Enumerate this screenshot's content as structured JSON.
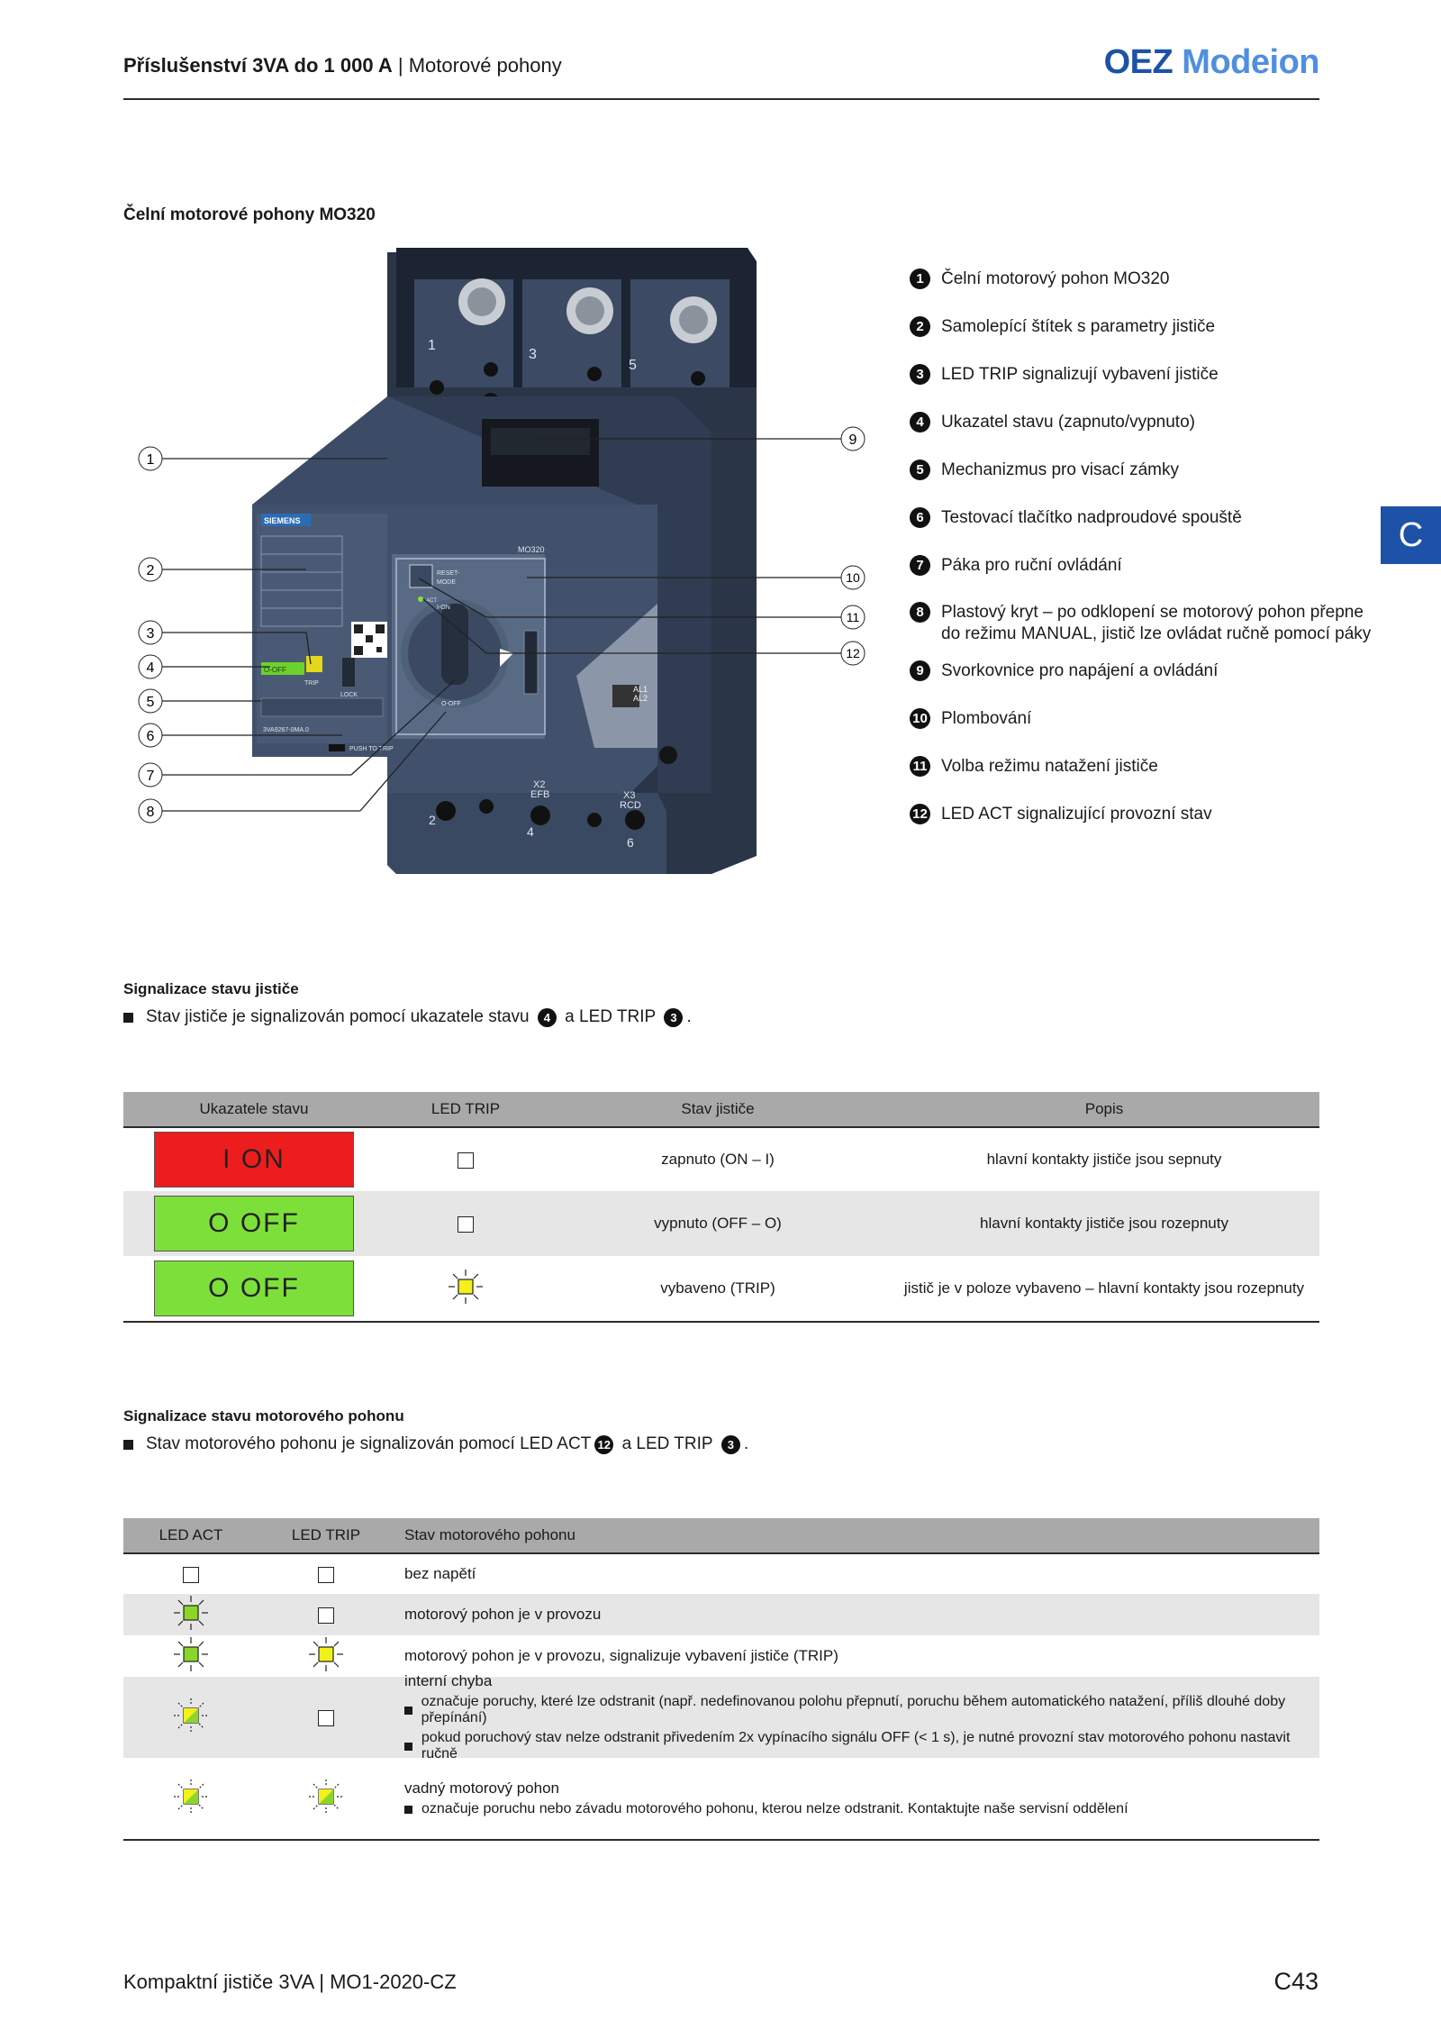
{
  "header": {
    "title_bold": "Příslušenství 3VA do 1 000 A",
    "title_rest": "Motorové pohony",
    "brand_oez": "OEZ",
    "brand_modeion": "Modeion"
  },
  "side_tab": "C",
  "section_title": "Čelní motorové pohony MO320",
  "figure": {
    "callouts": [
      "1",
      "2",
      "3",
      "4",
      "5",
      "6",
      "7",
      "8",
      "9",
      "10",
      "11",
      "12"
    ],
    "device_labels": {
      "siemens": "SIEMENS",
      "model": "MO320",
      "terminals_top": [
        "1",
        "3",
        "5"
      ],
      "terminals_bottom": [
        "2",
        "4",
        "6"
      ],
      "x2": "X2",
      "efb": "EFB",
      "x3": "X3",
      "rcd": "RCD",
      "al1": "AL1",
      "al2": "AL2",
      "on": "I-ON",
      "off": "O-OFF",
      "trip": "TRIP",
      "lock": "LOCK",
      "push_to_trip": "PUSH TO TRIP",
      "reset": "RESET-",
      "mode": "MODE",
      "act": "ACT",
      "green_strip": "O-OFF",
      "order_no": "3VA9267-0MA.0"
    }
  },
  "legend": [
    {
      "n": "1",
      "text": "Čelní motorový pohon MO320"
    },
    {
      "n": "2",
      "text": "Samolepící štítek s parametry jističe"
    },
    {
      "n": "3",
      "text": "LED TRIP signalizují vybavení jističe"
    },
    {
      "n": "4",
      "text": "Ukazatel stavu (zapnuto/vypnuto)"
    },
    {
      "n": "5",
      "text": "Mechanizmus pro visací zámky"
    },
    {
      "n": "6",
      "text": "Testovací tlačítko nadproudové spouště"
    },
    {
      "n": "7",
      "text": "Páka pro ruční ovládání"
    },
    {
      "n": "8",
      "text": "Plastový kryt – po odklopení se motorový pohon přepne",
      "text2": "do režimu MANUAL, jistič lze ovládat ručně pomocí páky"
    },
    {
      "n": "9",
      "text": "Svorkovnice pro napájení a ovládání"
    },
    {
      "n": "10",
      "text": "Plombování"
    },
    {
      "n": "11",
      "text": "Volba režimu natažení jističe"
    },
    {
      "n": "12",
      "text": "LED ACT signalizující provozní stav"
    }
  ],
  "breaker_status": {
    "heading": "Signalizace stavu jističe",
    "bullet_pre": "Stav jističe je signalizován pomocí ukazatele stavu",
    "bullet_n1": "4",
    "bullet_mid": "a LED TRIP",
    "bullet_n2": "3",
    "bullet_end": ".",
    "columns": [
      "Ukazatele stavu",
      "LED TRIP",
      "Stav jističe",
      "Popis"
    ],
    "rows": [
      {
        "indicator": "I  ON",
        "color": "red",
        "state": "zapnuto (ON – I)",
        "desc": "hlavní kontakty jističe jsou sepnuty",
        "led": "off"
      },
      {
        "indicator": "O  OFF",
        "color": "green",
        "state": "vypnuto (OFF – O)",
        "desc": "hlavní kontakty jističe jsou rozepnuty",
        "led": "off"
      },
      {
        "indicator": "O  OFF",
        "color": "green",
        "state": "vybaveno (TRIP)",
        "desc": "jistič je v poloze vybaveno – hlavní kontakty jsou rozepnuty",
        "led": "yellow"
      }
    ]
  },
  "motor_status": {
    "heading": "Signalizace stavu motorového pohonu",
    "bullet_pre": "Stav motorového pohonu je signalizován pomocí LED ACT",
    "bullet_n1": "12",
    "bullet_mid": "a LED TRIP",
    "bullet_n2": "3",
    "bullet_end": ".",
    "columns": [
      "LED ACT",
      "LED TRIP",
      "Stav motorového pohonu"
    ],
    "rows": [
      {
        "act": "off",
        "trip": "off",
        "text": "bez napětí",
        "subs": []
      },
      {
        "act": "green",
        "trip": "off",
        "text": "motorový pohon je v provozu",
        "subs": []
      },
      {
        "act": "green",
        "trip": "yellow",
        "text": "motorový pohon je v provozu, signalizuje vybavení jističe (TRIP)",
        "subs": []
      },
      {
        "act": "blink",
        "trip": "off",
        "text": "interní chyba",
        "subs": [
          "označuje poruchy, které lze odstranit (např. nedefinovanou polohu přepnutí, poruchu během automatického natažení, příliš dlouhé doby přepínání)",
          "pokud poruchový stav nelze odstranit přivedením 2x vypínacího signálu OFF (< 1 s), je nutné provozní stav motorového pohonu nastavit ručně"
        ]
      },
      {
        "act": "blink",
        "trip": "blink",
        "text": "vadný motorový pohon",
        "subs": [
          "označuje poruchu nebo závadu motorového pohonu, kterou nelze odstranit. Kontaktujte naše servisní oddělení"
        ]
      }
    ]
  },
  "footer": {
    "left_a": "Kompaktní jističe 3VA",
    "left_b": "MO1-2020-CZ",
    "page": "C43"
  },
  "colors": {
    "brand_blue": "#1d52a8",
    "brand_light": "#4f8fe0",
    "on_red": "#ee1d1d",
    "off_green": "#7de03a",
    "led_yellow": "#f4f01a",
    "led_green": "#8cd62a",
    "device_blue": "#3a4a63"
  }
}
